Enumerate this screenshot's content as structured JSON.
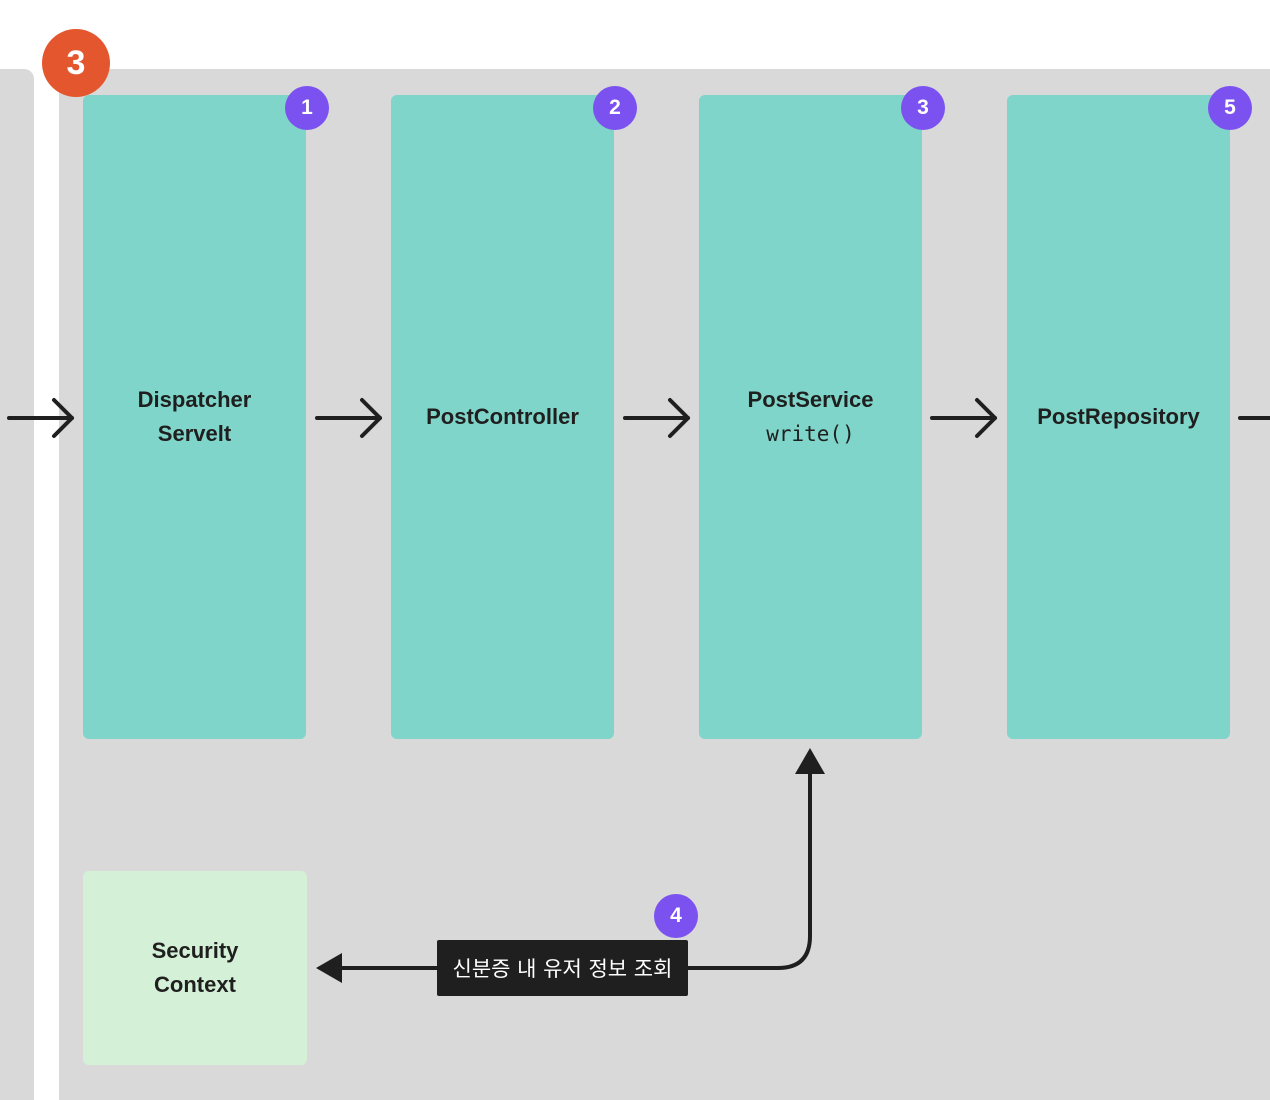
{
  "step_badge": "3",
  "boxes": [
    {
      "line1": "Dispatcher",
      "line2": "Servelt",
      "badge": "1"
    },
    {
      "line1": "PostController",
      "line2": "",
      "badge": "2"
    },
    {
      "line1": "PostService",
      "line2": "write()",
      "badge": "3"
    },
    {
      "line1": "PostRepository",
      "line2": "",
      "badge": "5"
    }
  ],
  "security_context": {
    "line1": "Security",
    "line2": "Context"
  },
  "lookup": {
    "badge": "4",
    "label": "신분증 내 유저 정보 조회"
  },
  "colors": {
    "component_box": "#7fd5c9",
    "context_box": "#d4f1d7",
    "number_badge": "#7b52f0",
    "step_badge": "#e4572e",
    "panel": "#d9d9d9"
  }
}
